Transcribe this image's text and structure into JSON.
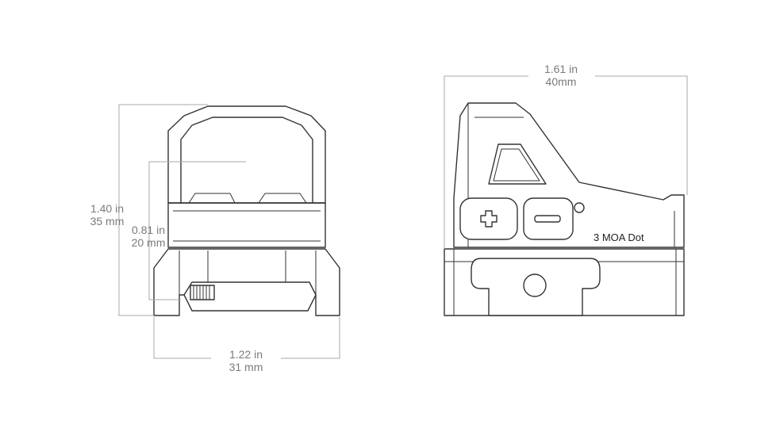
{
  "dimensions": {
    "height": {
      "imperial": "1.40 in",
      "metric": "35 mm"
    },
    "window_height": {
      "imperial": "0.81 in",
      "metric": "20 mm"
    },
    "width": {
      "imperial": "1.22 in",
      "metric": "31 mm"
    },
    "length": {
      "imperial": "1.61 in",
      "metric": "40mm"
    }
  },
  "product": {
    "model_label": "3 MOA Dot"
  },
  "colors": {
    "outline": "#333333",
    "dimension_line": "#a8a8a8",
    "dimension_text": "#7a7a7a"
  },
  "icons": {
    "plus_button": "plus-icon",
    "minus_button": "minus-icon",
    "sensor": "light-sensor-icon"
  }
}
